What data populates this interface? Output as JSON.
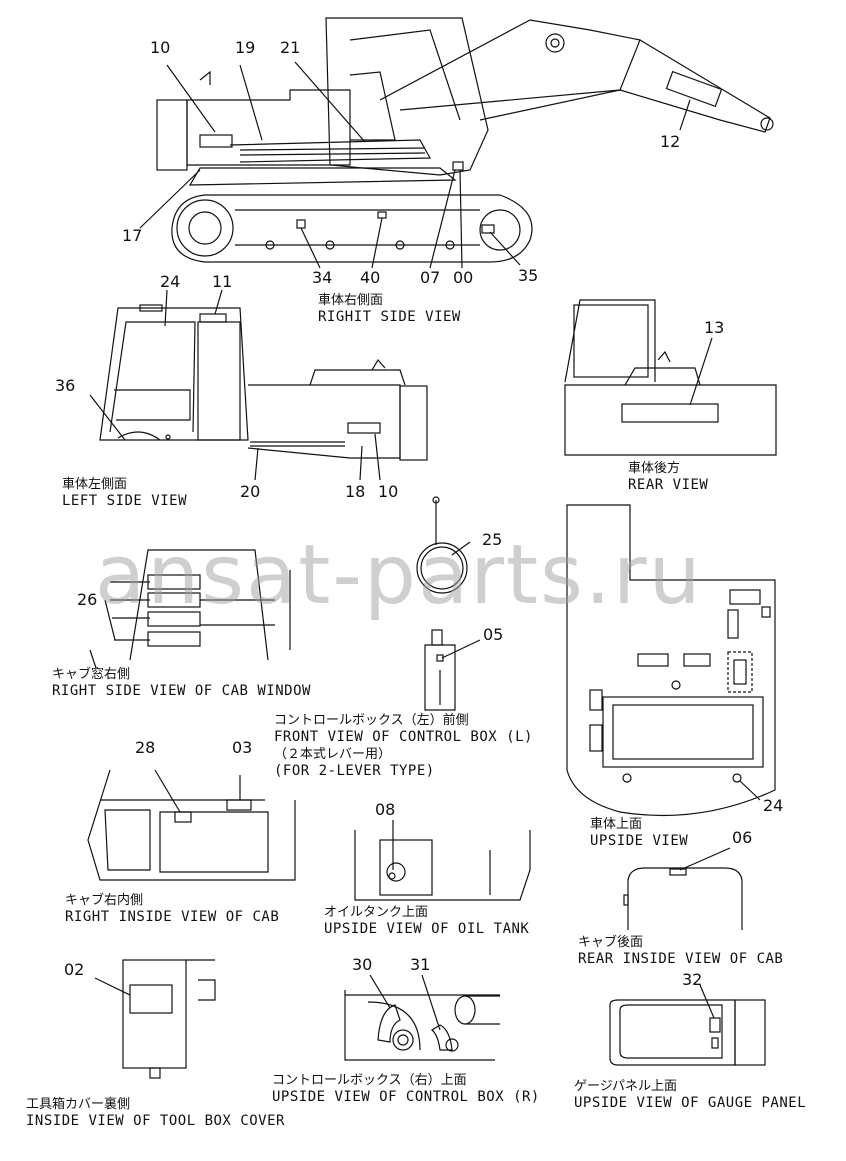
{
  "watermark": "ansat-parts.ru",
  "views": {
    "right_side": {
      "jp": "車体右側面",
      "en": "RIGHIT SIDE VIEW"
    },
    "left_side": {
      "jp": "車体左側面",
      "en": "LEFT SIDE VIEW"
    },
    "rear": {
      "jp": "車体後方",
      "en": "REAR VIEW"
    },
    "cab_window": {
      "jp": "キャブ窓右側",
      "en": "RIGHT SIDE VIEW OF CAB WINDOW"
    },
    "control_box_l": {
      "jp": "コントロールボックス（左）前側",
      "en": "FRONT VIEW OF CONTROL BOX (L)",
      "jp2": "（２本式レバー用）",
      "en2": "(FOR 2-LEVER TYPE)"
    },
    "upside": {
      "jp": "車体上面",
      "en": "UPSIDE VIEW"
    },
    "inside_cab": {
      "jp": "キャブ右内側",
      "en": "RIGHT INSIDE VIEW OF CAB"
    },
    "oil_tank": {
      "jp": "オイルタンク上面",
      "en": "UPSIDE VIEW OF OIL TANK"
    },
    "rear_inside_cab": {
      "jp": "キャブ後面",
      "en": "REAR INSIDE VIEW OF CAB"
    },
    "tool_box": {
      "jp": "工具箱カバー裏側",
      "en": "INSIDE VIEW OF TOOL BOX COVER"
    },
    "control_box_r": {
      "jp": "コントロールボックス（右）上面",
      "en": "UPSIDE VIEW OF CONTROL BOX (R)"
    },
    "gauge_panel": {
      "jp": "ゲージパネル上面",
      "en": "UPSIDE VIEW OF GAUGE PANEL"
    }
  },
  "callouts": {
    "n10a": "10",
    "n19": "19",
    "n21": "21",
    "n12": "12",
    "n17": "17",
    "n34": "34",
    "n40": "40",
    "n07": "07",
    "n00": "00",
    "n35": "35",
    "n24a": "24",
    "n11": "11",
    "n36": "36",
    "n20": "20",
    "n18": "18",
    "n10b": "10",
    "n13": "13",
    "n25": "25",
    "n26": "26",
    "n05": "05",
    "n24b": "24",
    "n28": "28",
    "n03": "03",
    "n08": "08",
    "n06": "06",
    "n02": "02",
    "n30": "30",
    "n31": "31",
    "n32": "32"
  }
}
